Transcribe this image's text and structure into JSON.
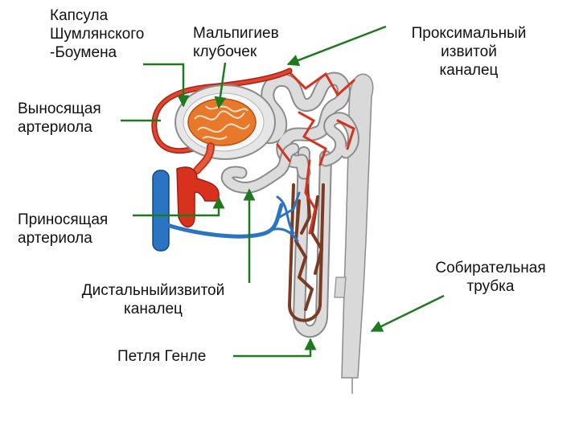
{
  "labels": {
    "capsule": [
      "Капсула",
      "Шумлянского",
      "-Боумена"
    ],
    "glomerulus": [
      "Мальпигиев",
      "клубочек"
    ],
    "proximal": [
      "Проксимальный",
      "извитой",
      "каналец"
    ],
    "efferent": [
      "Выносящая",
      "артериола"
    ],
    "afferent": [
      "Приносящая",
      "артериола"
    ],
    "distal": [
      "Дистальныйизвитой",
      "каналец"
    ],
    "collecting": [
      "Собирательная",
      "трубка"
    ],
    "loop": "Петля Генле"
  },
  "colors": {
    "arrow": "#1f7a1f",
    "artery": "#d8321e",
    "vein": "#2b74c4",
    "tubule": "#d4d4d4",
    "tubule_edge": "#8c8c8c",
    "vasa_recta": "#7a3b22",
    "glomerulus": "#e8782a"
  }
}
